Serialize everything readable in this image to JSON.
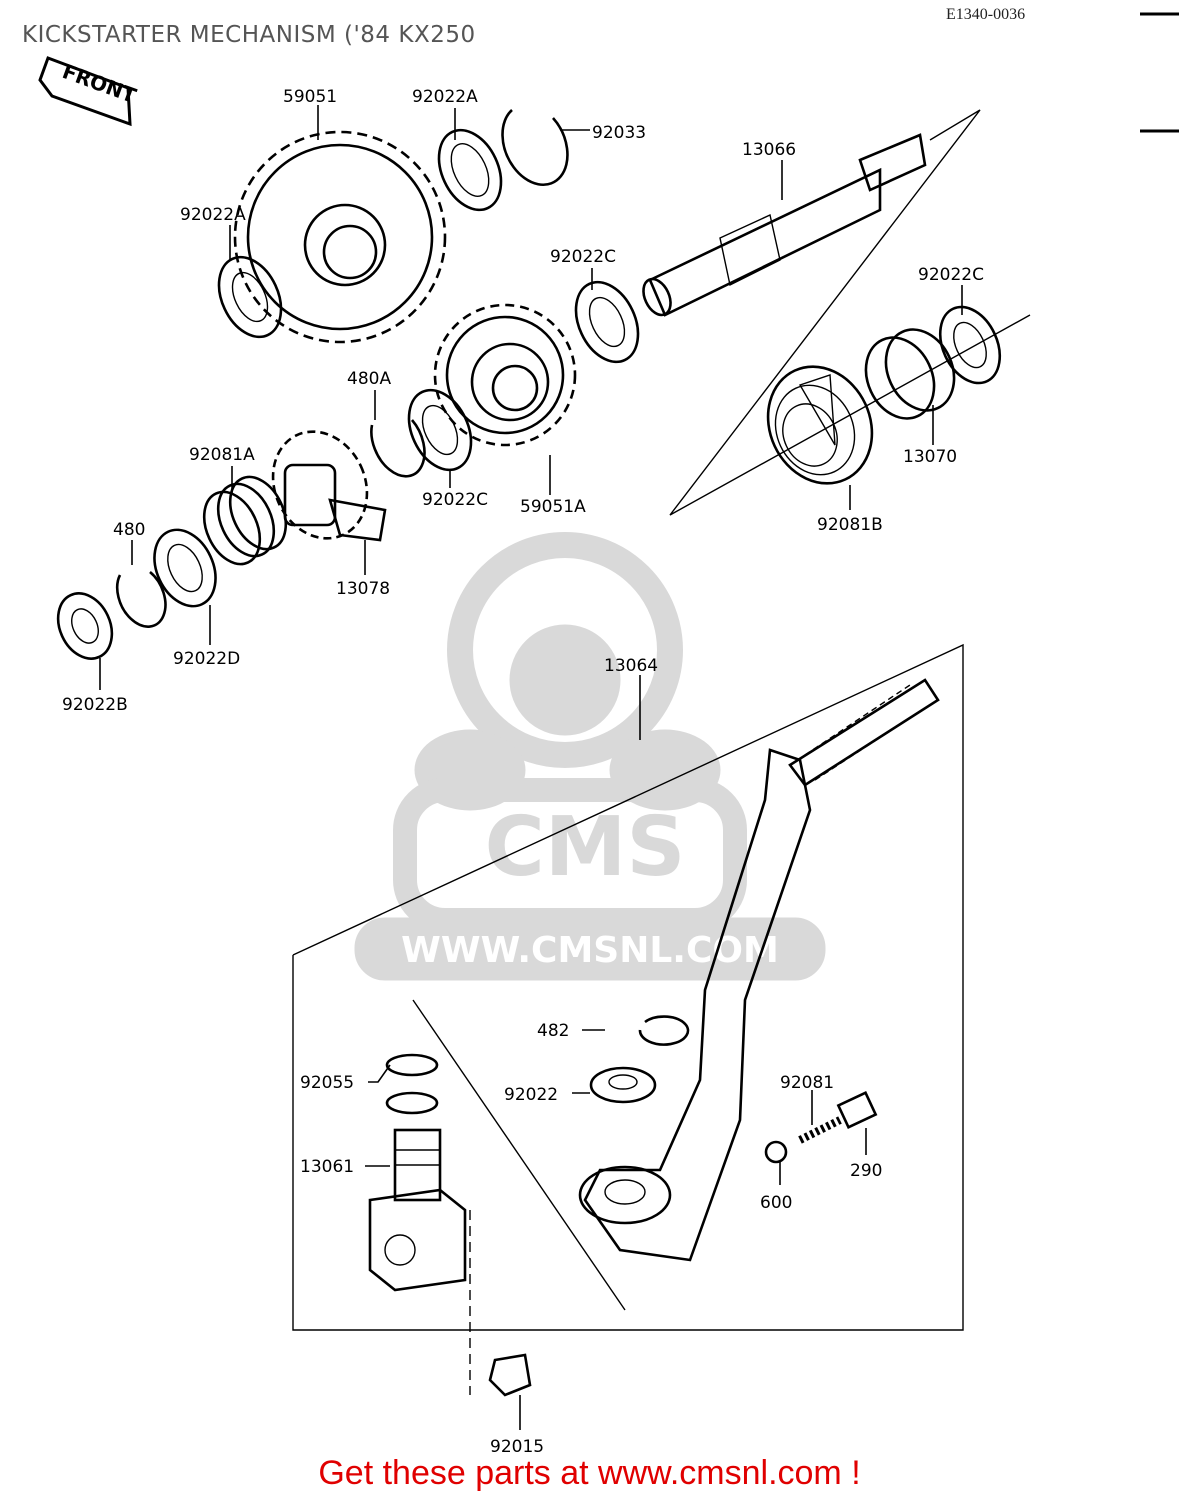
{
  "header": {
    "title": "KICKSTARTER MECHANISM ('84 KX250",
    "diagram_code": "E1340-0036"
  },
  "badge": {
    "front": "FRONT"
  },
  "watermark": {
    "brand": "CMS",
    "url": "WWW.CMSNL.COM"
  },
  "parts": [
    {
      "id": "p59051",
      "label": "59051"
    },
    {
      "id": "p92022A_top",
      "label": "92022A"
    },
    {
      "id": "p92033",
      "label": "92033"
    },
    {
      "id": "p13066",
      "label": "13066"
    },
    {
      "id": "p92022A_left",
      "label": "92022A"
    },
    {
      "id": "p92022C_mid",
      "label": "92022C"
    },
    {
      "id": "p92022C_right",
      "label": "92022C"
    },
    {
      "id": "p480A",
      "label": "480A"
    },
    {
      "id": "p92081A",
      "label": "92081A"
    },
    {
      "id": "p92022C_low",
      "label": "92022C"
    },
    {
      "id": "p59051A",
      "label": "59051A"
    },
    {
      "id": "p13070",
      "label": "13070"
    },
    {
      "id": "p92081B",
      "label": "92081B"
    },
    {
      "id": "p480",
      "label": "480"
    },
    {
      "id": "p13078",
      "label": "13078"
    },
    {
      "id": "p92022D",
      "label": "92022D"
    },
    {
      "id": "p92022B",
      "label": "92022B"
    },
    {
      "id": "p13064",
      "label": "13064"
    },
    {
      "id": "p482",
      "label": "482"
    },
    {
      "id": "p92022",
      "label": "92022"
    },
    {
      "id": "p92081",
      "label": "92081"
    },
    {
      "id": "p92055",
      "label": "92055"
    },
    {
      "id": "p13061",
      "label": "13061"
    },
    {
      "id": "p600",
      "label": "600"
    },
    {
      "id": "p290",
      "label": "290"
    },
    {
      "id": "p92015",
      "label": "92015"
    }
  ],
  "footer": {
    "cta": "Get these parts at www.cmsnl.com !"
  },
  "colors": {
    "footer_text": "#e00000",
    "watermark": "#d6d6d6",
    "line": "#000000"
  }
}
